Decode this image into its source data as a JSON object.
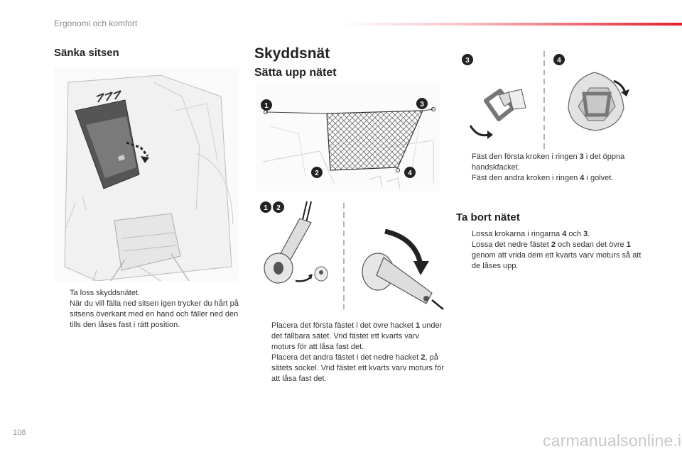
{
  "header": {
    "title": "Ergonomi och komfort"
  },
  "sections": {
    "lower_seat": {
      "heading": "Sänka sitsen"
    },
    "net": {
      "heading": "Skyddsnät",
      "subheading": "Sätta upp nätet"
    },
    "remove": {
      "heading": "Ta bort nätet"
    }
  },
  "bullet_marker": "",
  "bullets": {
    "lower_seat": [
      "Ta loss skyddsnätet.",
      "När du vill fälla ned sitsen igen trycker du hårt på sitsens överkant med en hand och fäller ned den tills den låses fast i rätt position."
    ],
    "place": [
      {
        "pre": "Placera det första fästet i det övre hacket ",
        "b1": "1",
        "mid": "",
        "b2": "",
        "post": " under det fällbara sätet. Vrid fästet ett kvarts varv moturs för att låsa fast det."
      },
      {
        "pre": "Placera det andra fästet i det nedre hacket ",
        "b1": "2",
        "mid": "",
        "b2": "",
        "post": ", på sätets sockel. Vrid fästet ett kvarts varv moturs för att låsa fast det."
      }
    ],
    "hooks": [
      {
        "pre": "Fäst den första kroken i ringen ",
        "b1": "3",
        "mid": "",
        "b2": "",
        "post": " i det öppna handskfacket."
      },
      {
        "pre": "Fäst den andra kroken i ringen ",
        "b1": "4",
        "mid": "",
        "b2": "",
        "post": " i golvet."
      }
    ],
    "remove": [
      {
        "pre": "Lossa krokarna i ringarna ",
        "b1": "4",
        "mid": " och ",
        "b2": "3",
        "post": "."
      },
      {
        "pre": "Lossa det nedre fästet ",
        "b1": "2",
        "mid": " och sedan det övre ",
        "b2": "1",
        "post": " genom att vrida dem ett kvarts varv moturs så att de låses upp."
      }
    ]
  },
  "callouts": {
    "n1": "1",
    "n2": "2",
    "n3": "3",
    "n4": "4"
  },
  "footer": {
    "page_number": "108",
    "watermark": "carmanualsonline.info"
  },
  "icons": {
    "seat": "seat-illustration",
    "net": "net-illustration",
    "fastener": "fastener-illustration",
    "hooks": "hooks-illustration"
  }
}
